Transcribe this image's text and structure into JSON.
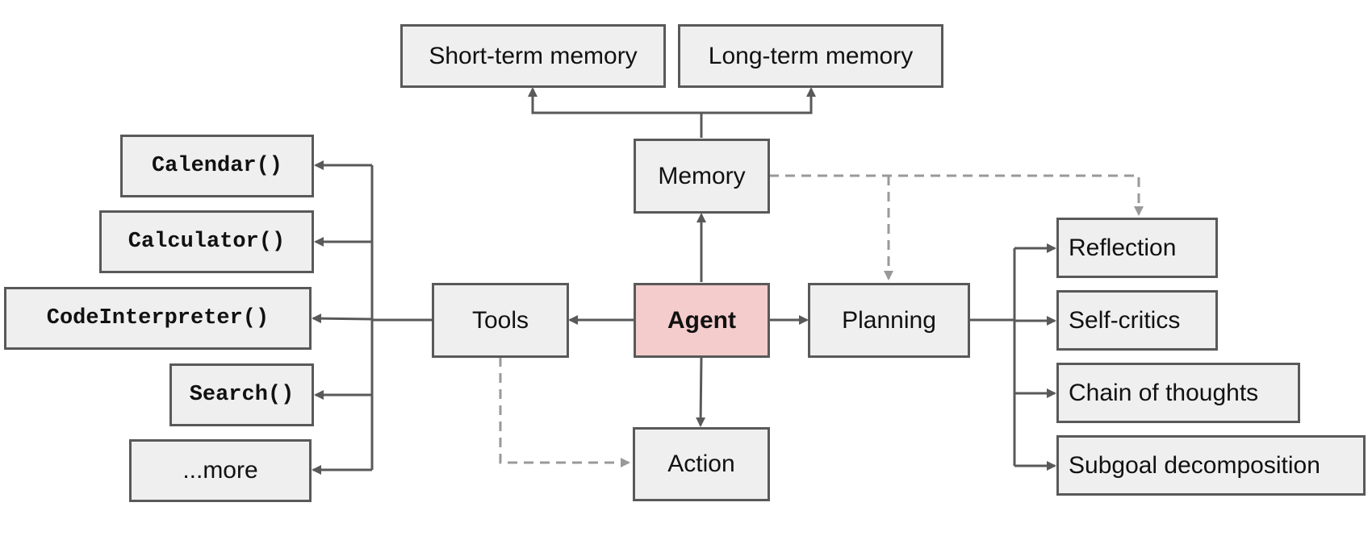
{
  "colors": {
    "box_fill": "#efefef",
    "box_border": "#595959",
    "agent_fill": "#f4cccc",
    "solid_arrow": "#595959",
    "dashed_arrow": "#999999"
  },
  "nodes": {
    "agent": "Agent",
    "memory": "Memory",
    "short_term_memory": "Short-term memory",
    "long_term_memory": "Long-term memory",
    "tools": "Tools",
    "action": "Action",
    "planning": "Planning",
    "reflection": "Reflection",
    "self_critics": "Self-critics",
    "chain_of_thoughts": "Chain of thoughts",
    "subgoal_decomposition": "Subgoal decomposition",
    "calendar": "Calendar()",
    "calculator": "Calculator()",
    "code_interpreter": "CodeInterpreter()",
    "search": "Search()",
    "more": "...more"
  }
}
